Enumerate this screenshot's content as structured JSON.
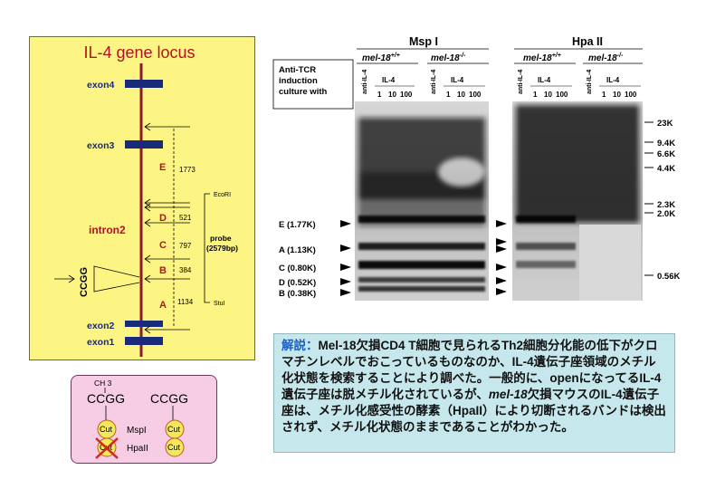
{
  "locus": {
    "title": "IL-4 gene locus",
    "exons": {
      "exon4": "exon4",
      "exon3": "exon3",
      "intron2": "intron2",
      "exon2": "exon2",
      "exon1": "exon1"
    },
    "segments": [
      {
        "letter": "E",
        "size": "1773"
      },
      {
        "letter": "D",
        "size": "521"
      },
      {
        "letter": "C",
        "size": "797"
      },
      {
        "letter": "B",
        "size": "384"
      },
      {
        "letter": "A",
        "size": "1134"
      }
    ],
    "probe": "probe",
    "probe_len": "(2579bp)",
    "site_top": "EcoRI",
    "site_bottom": "StuI",
    "ccgg": "CCGG"
  },
  "methylation": {
    "ch3": "CH 3",
    "seq_left": "CCGG",
    "seq_right": "CCGG",
    "cut": "Cut",
    "msp": "MspI",
    "hpa": "HpaII"
  },
  "blot": {
    "msp_title": "Msp I",
    "hpa_title": "Hpa II",
    "genotype_wt": "mel-18",
    "genotype_wt_sup": "+/+",
    "genotype_ko": "mel-18",
    "genotype_ko_sup": "-/-",
    "culture_label": [
      "Anti-TCR",
      "induction",
      "culture with"
    ],
    "lane_anti": "anti-IL-4",
    "lane_il4": "IL-4",
    "doses": [
      "1",
      "10",
      "100"
    ],
    "size_markers": [
      "23K",
      "9.4K",
      "6.6K",
      "4.4K",
      "2.3K",
      "2.0K",
      "0.56K"
    ],
    "band_labels": [
      "E (1.77K)",
      "A (1.13K)",
      "C (0.80K)",
      "D (0.52K)",
      "B (0.38K)"
    ]
  },
  "caption": {
    "keyword": "解説：",
    "text1": "Mel-18欠損CD4 T細胞で見られるTh2細胞分化能の低下がクロマチンレベルでおこっているものなのか、IL-4遺伝子座領域のメチル化状態を検索することにより調べた。一般的に、openになってるIL-4遺伝子座は脱メチル化されているが、",
    "italic": "mel-18",
    "text2": "欠損マウスのIL-4遺伝子座は、メチル化感受性の酵素（HpaII）により切断されるバンドは検出されず、メチル化状態のままであることがわかった。",
    "colors": {
      "keyword": "#1b5fc4",
      "panel": "#c6e8ed",
      "locus_panel": "#fdf583",
      "chromosome": "#8b1a2b"
    }
  }
}
